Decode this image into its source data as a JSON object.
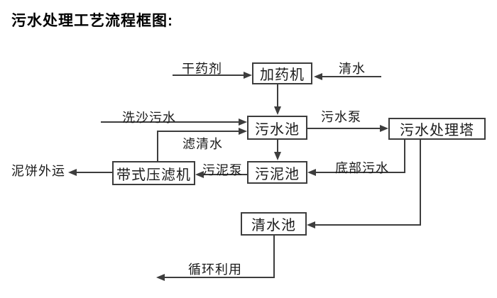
{
  "title": "污水处理工艺流程框图:",
  "colors": {
    "background": "#ffffff",
    "line": "#3d3d3d",
    "text": "#1a1a1a",
    "title_text": "#000000"
  },
  "nodes": [
    {
      "id": "dosing-machine",
      "label": "加药机"
    },
    {
      "id": "sewage-pool",
      "label": "污水池"
    },
    {
      "id": "sewage-treatment-tower",
      "label": "污水处理塔"
    },
    {
      "id": "sludge-pool",
      "label": "污泥池"
    },
    {
      "id": "belt-filter-press",
      "label": "带式压滤机"
    },
    {
      "id": "clean-water-pool",
      "label": "清水池"
    }
  ],
  "flow_labels": [
    {
      "id": "dry-agent",
      "text": "干药剂"
    },
    {
      "id": "clean-water",
      "text": "清水"
    },
    {
      "id": "sand-washing-sewage",
      "text": "洗沙污水"
    },
    {
      "id": "sewage-pump",
      "text": "污水泵"
    },
    {
      "id": "filtered-water",
      "text": "滤清水"
    },
    {
      "id": "bottom-sewage",
      "text": "底部污水"
    },
    {
      "id": "sludge-pump",
      "text": "污泥泵"
    },
    {
      "id": "mud-cake-out",
      "text": "泥饼外运"
    },
    {
      "id": "recycle-use",
      "text": "循环利用"
    }
  ],
  "edges": [
    {
      "from": "干药剂",
      "to": "加药机",
      "label": "干药剂"
    },
    {
      "from": "清水",
      "to": "加药机",
      "label": "清水"
    },
    {
      "from": "加药机",
      "to": "污水池",
      "label": ""
    },
    {
      "from": "洗沙污水",
      "to": "污水池",
      "label": "洗沙污水"
    },
    {
      "from": "带式压滤机",
      "to": "污水池",
      "label": "滤清水"
    },
    {
      "from": "污水池",
      "to": "污水处理塔",
      "label": "污水泵"
    },
    {
      "from": "污水池",
      "to": "污泥池",
      "label": ""
    },
    {
      "from": "污水处理塔",
      "to": "污泥池",
      "label": "底部污水"
    },
    {
      "from": "污泥池",
      "to": "带式压滤机",
      "label": "污泥泵"
    },
    {
      "from": "带式压滤机",
      "to": "泥饼外运",
      "label": "泥饼外运"
    },
    {
      "from": "污水处理塔",
      "to": "清水池",
      "label": ""
    },
    {
      "from": "清水池",
      "to": "循环利用",
      "label": "循环利用"
    }
  ]
}
